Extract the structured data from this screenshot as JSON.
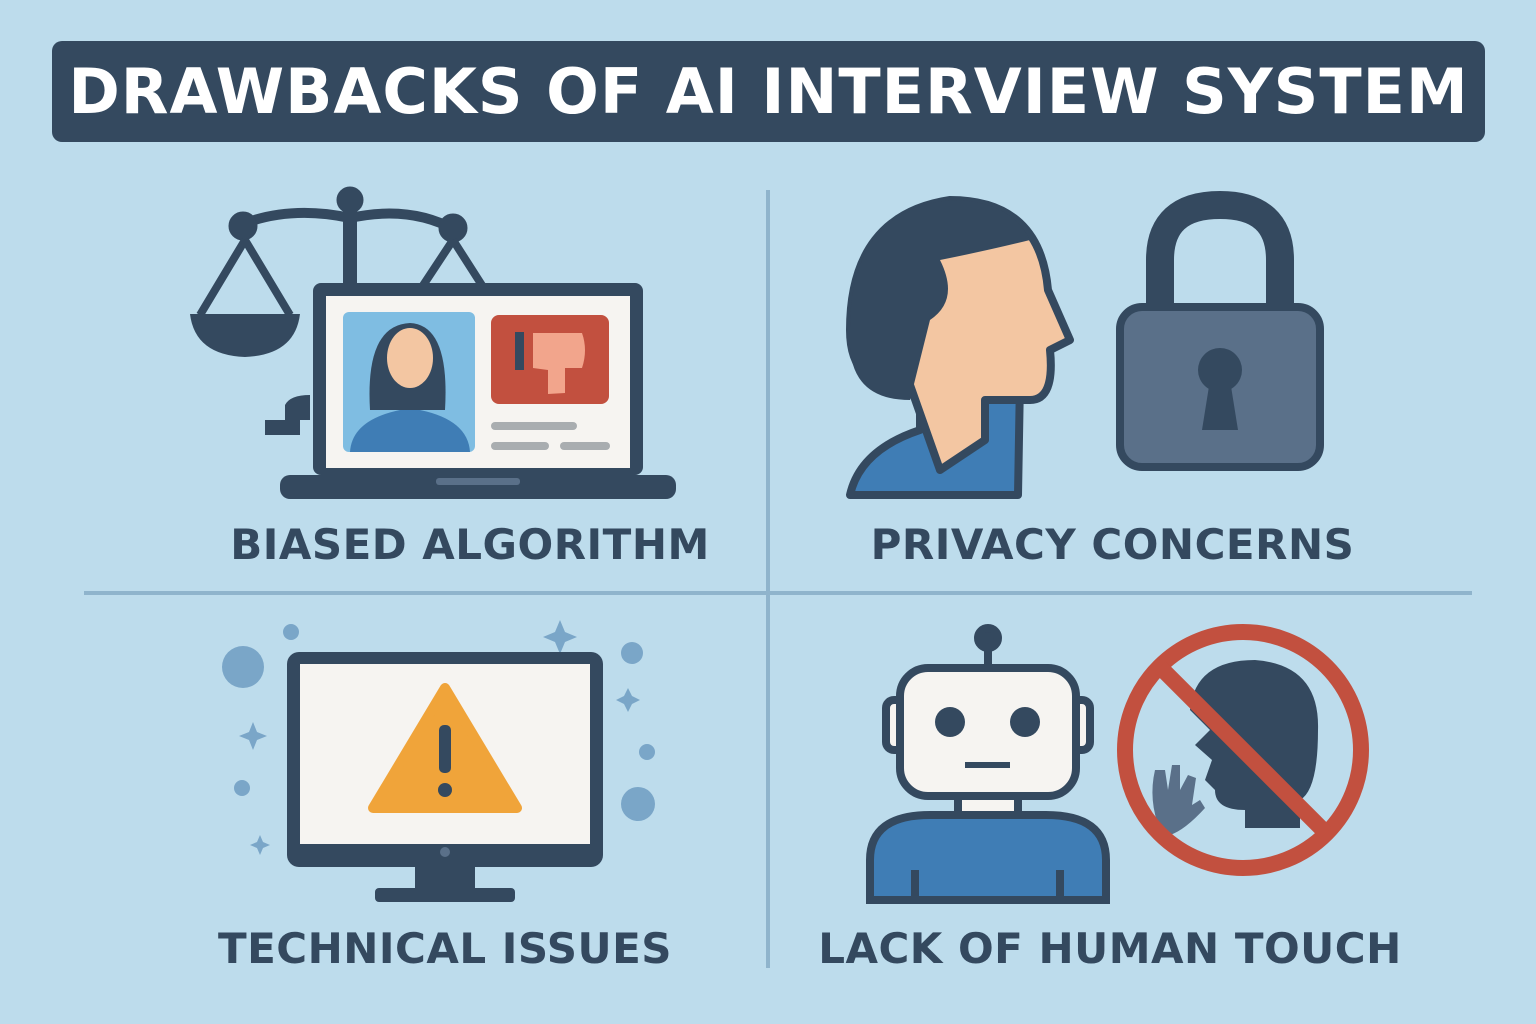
{
  "title": "DRAWBACKS OF AI INTERVIEW SYSTEM",
  "panels": [
    {
      "label": "BIASED ALGORITHM",
      "icon": "scales-laptop-thumbs-down-icon"
    },
    {
      "label": "PRIVACY CONCERNS",
      "icon": "profile-padlock-icon"
    },
    {
      "label": "TECHNICAL ISSUES",
      "icon": "monitor-warning-icon"
    },
    {
      "label": "LACK OF HUMAN TOUCH",
      "icon": "robot-no-human-icon"
    }
  ],
  "colors": {
    "background": "#bddcec",
    "dark": "#34495f",
    "blue": "#4a7db0",
    "red": "#c2503f",
    "orange": "#f0a43a",
    "skin": "#f3c6a2"
  }
}
